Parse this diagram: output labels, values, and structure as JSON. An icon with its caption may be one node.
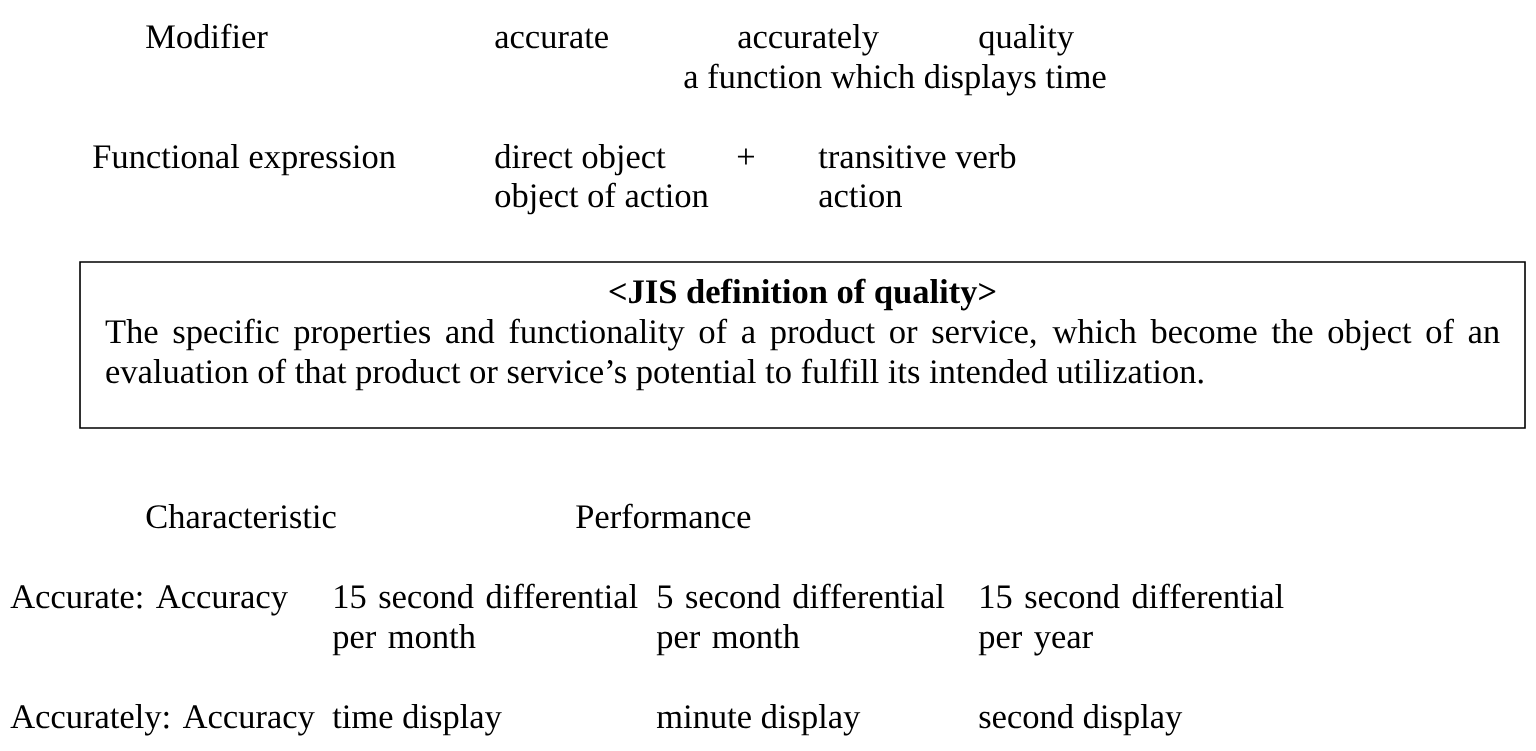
{
  "diagram": {
    "nodes": [
      {
        "text": [
          "<JIS definition of quality>",
          "The specific properties and functionality of a product or service, which become the object of an evaluation of that product or service’s potential to fulfill its intended utilization."
        ]
      }
    ],
    "labels": [
      "Modifier",
      "accurate",
      "accurately",
      "quality",
      "a function which displays time",
      "Functional expression",
      "direct object",
      "+",
      "transitive verb",
      "object of action",
      "action",
      "Characteristic",
      "Performance",
      "Accurate: Accuracy",
      "15 second differential per month",
      "5 second differential per month",
      "15 second differential per year",
      "Accurately: Accuracy",
      "time display",
      "minute display",
      "second display"
    ]
  }
}
